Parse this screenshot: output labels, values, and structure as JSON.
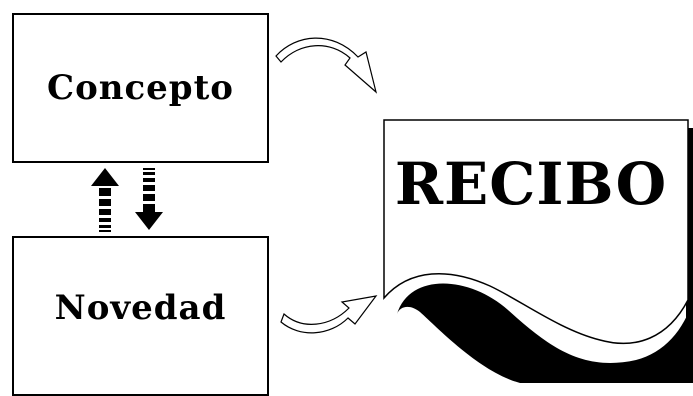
{
  "diagram": {
    "nodes": [
      {
        "id": "concepto",
        "label": "Concepto"
      },
      {
        "id": "novedad",
        "label": "Novedad"
      }
    ],
    "document": {
      "label": "RECIBO"
    },
    "edges": [
      {
        "from": "concepto",
        "to": "recibo",
        "style": "curved-outline-arrow"
      },
      {
        "from": "novedad",
        "to": "recibo",
        "style": "curved-outline-arrow"
      },
      {
        "from": "concepto",
        "to": "novedad",
        "style": "bidirectional-striped-arrows"
      }
    ]
  }
}
